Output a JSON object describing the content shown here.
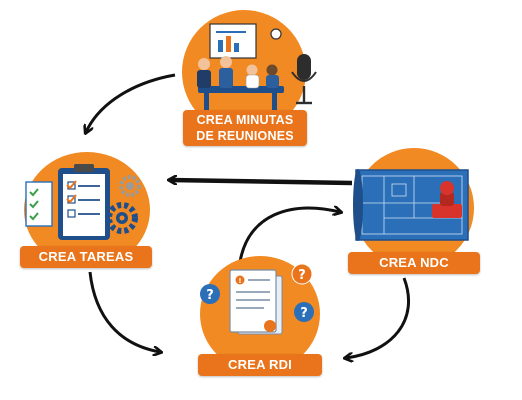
{
  "diagram": {
    "nodes": [
      {
        "id": "minutas",
        "lines": [
          "CREA MINUTAS",
          "DE REUNIONES"
        ],
        "icon": "meeting-icon"
      },
      {
        "id": "tareas",
        "lines": [
          "CREA TAREAS"
        ],
        "icon": "task-checklist-icon"
      },
      {
        "id": "ndc",
        "lines": [
          "CREA NDC"
        ],
        "icon": "blueprint-stamp-icon"
      },
      {
        "id": "rdi",
        "lines": [
          "CREA RDI"
        ],
        "icon": "document-questions-icon"
      }
    ],
    "edges": [
      {
        "from": "minutas",
        "to": "tareas"
      },
      {
        "from": "ndc",
        "to": "tareas"
      },
      {
        "from": "tareas",
        "to": "rdi"
      },
      {
        "from": "rdi",
        "to": "ndc"
      },
      {
        "from": "ndc",
        "to": "rdi"
      }
    ],
    "colors": {
      "orange": "#f18a22",
      "label_orange": "#e9741b",
      "arrow": "#111111",
      "blue": "#2a6fb8"
    }
  }
}
